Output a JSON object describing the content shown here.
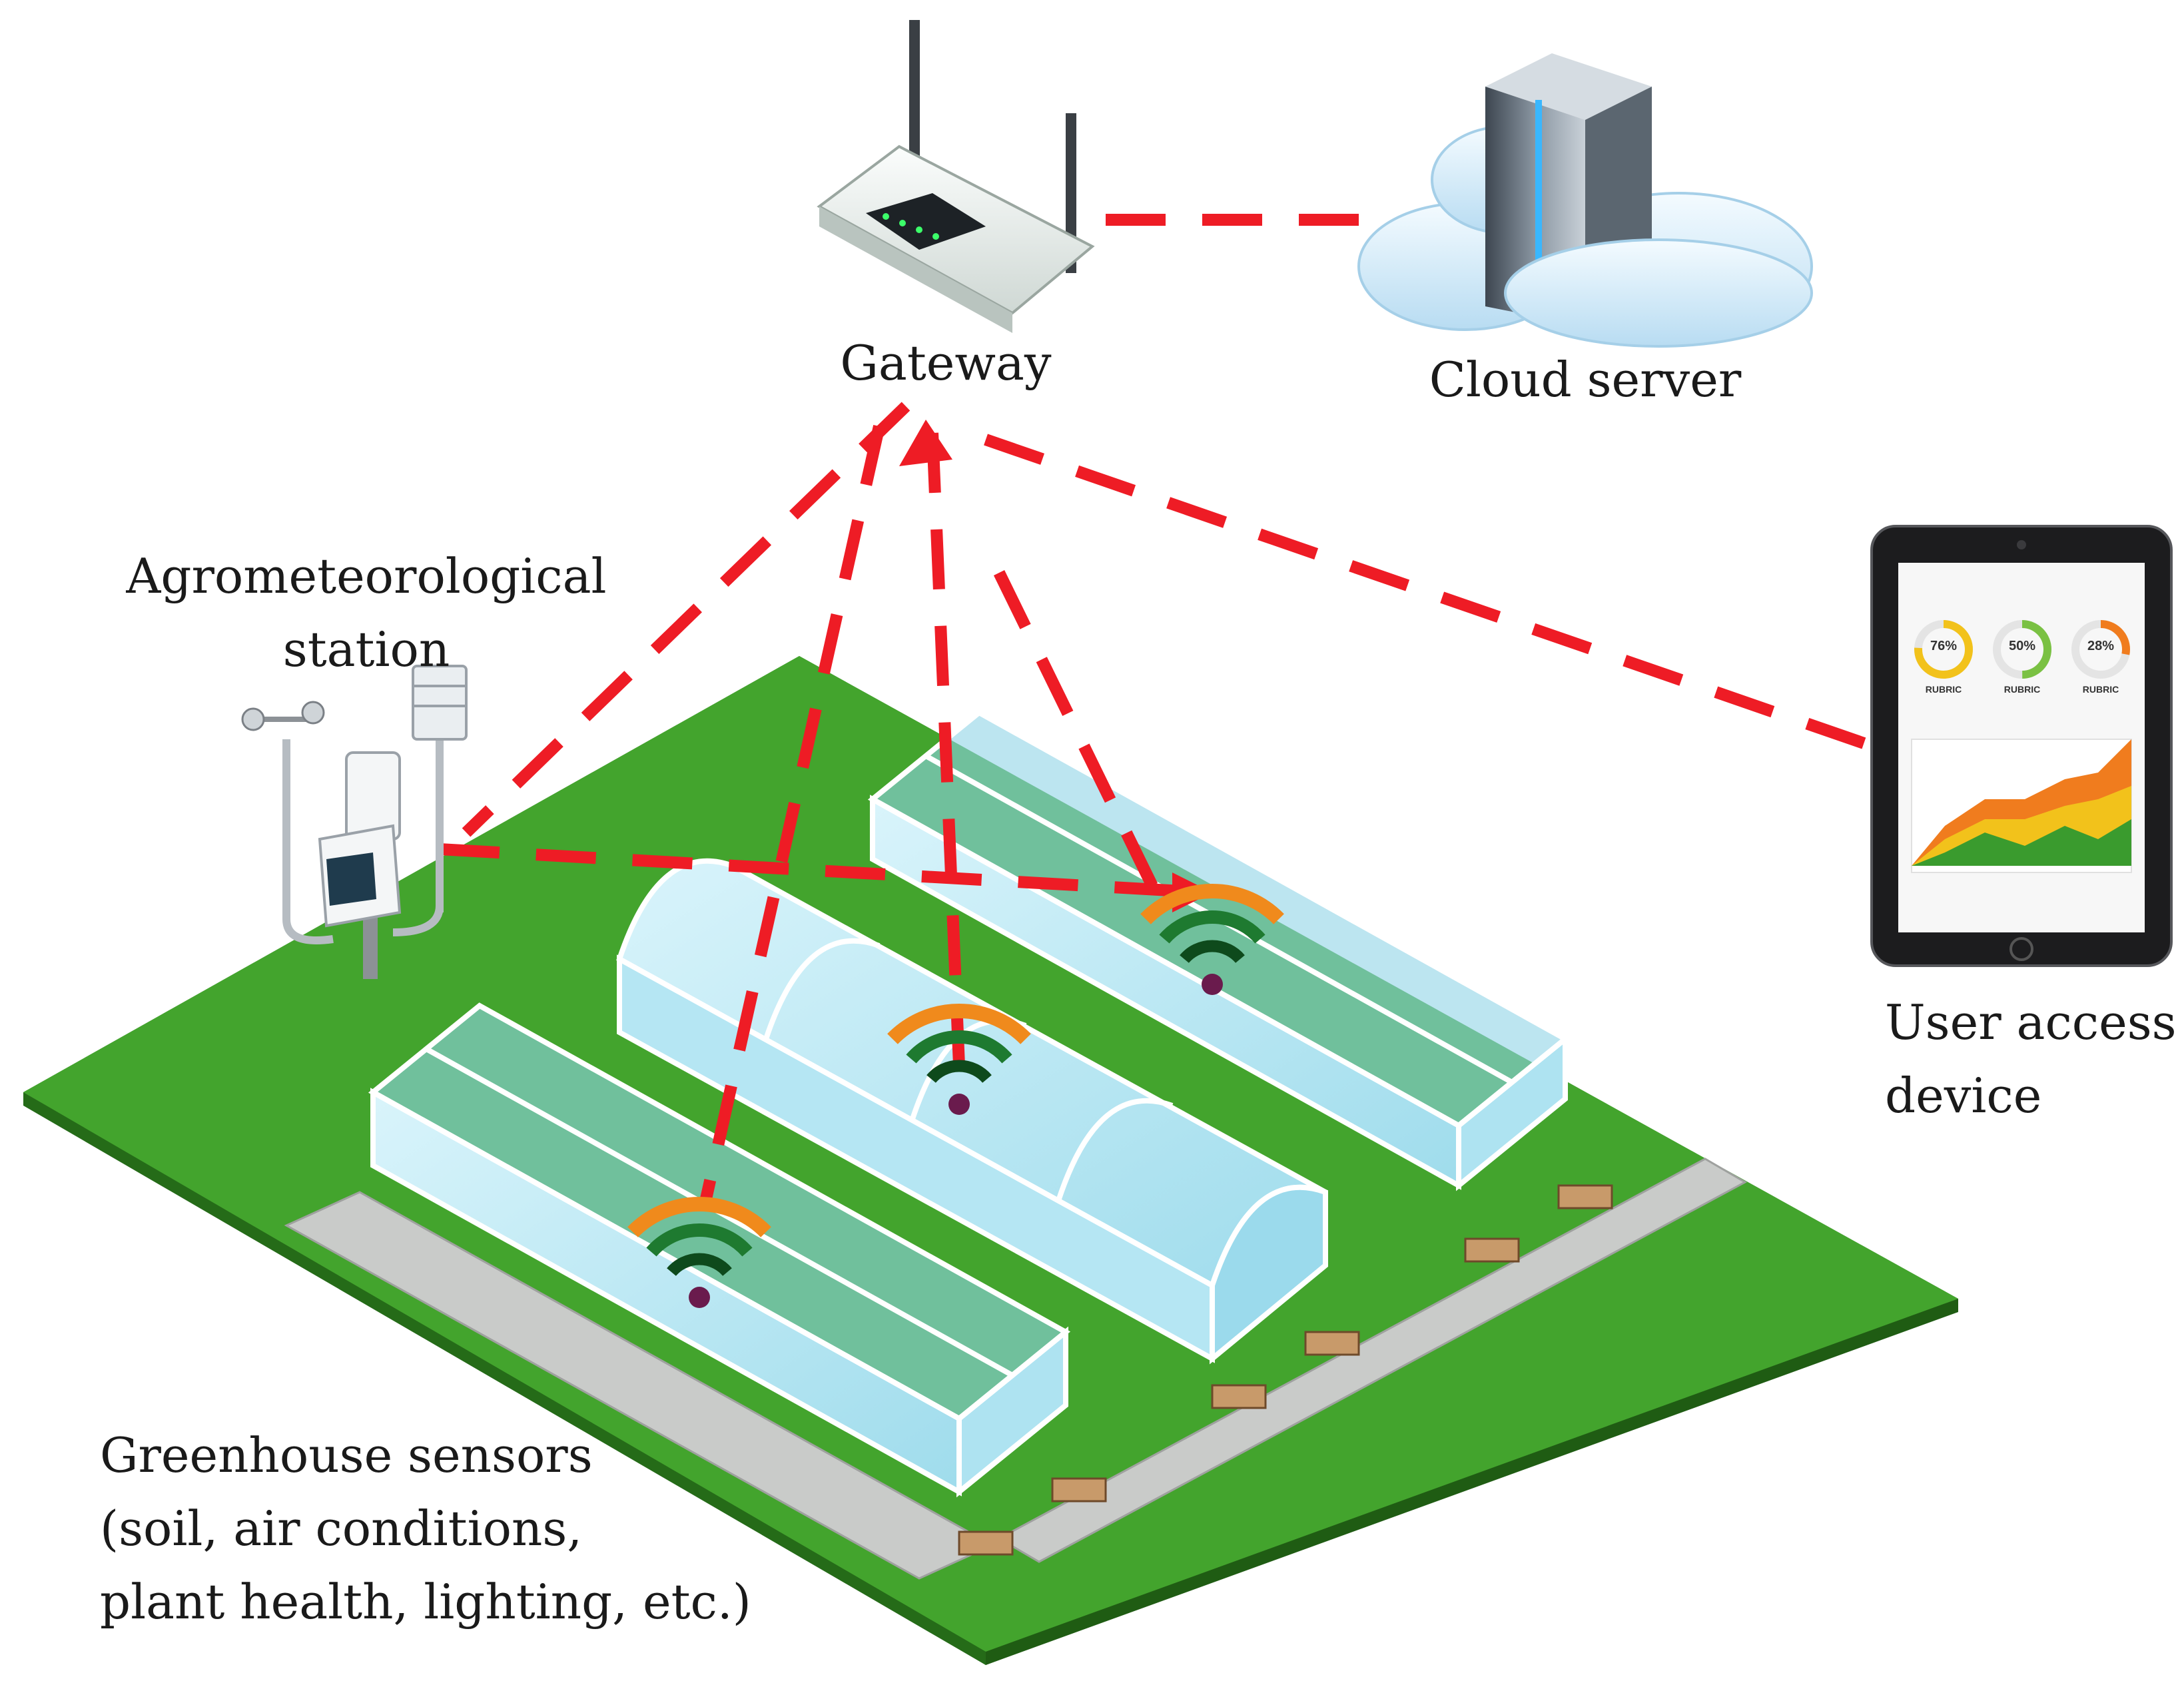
{
  "labels": {
    "gateway": "Gateway",
    "cloud_server": "Cloud server",
    "station_line1": "Agrometeorological",
    "station_line2": "station",
    "user_line1": "User access",
    "user_line2": "device",
    "sensors_line1": "Greenhouse sensors",
    "sensors_line2": "(soil, air conditions,",
    "sensors_line3": "plant health, lighting, etc.)"
  },
  "tablet": {
    "gauges": [
      {
        "value": "76%",
        "caption": "RUBRIC",
        "color": "#f2c21b"
      },
      {
        "value": "50%",
        "caption": "RUBRIC",
        "color": "#7ac143"
      },
      {
        "value": "28%",
        "caption": "RUBRIC",
        "color": "#f07c1e"
      }
    ]
  },
  "colors": {
    "link": "#ee1c25",
    "ground": "#3f9e2b",
    "ground_edge": "#2e7d1f",
    "glass": "#bfe9f4",
    "wifi_outer": "#f08a1c",
    "wifi_mid": "#1e7a30",
    "wifi_inner": "#0e4a1c",
    "wifi_dot": "#6a1b4d"
  },
  "icons": [
    "router-icon",
    "server-icon",
    "cloud-icon",
    "weather-station-icon",
    "tablet-icon",
    "wifi-signal-icon",
    "greenhouse-icon"
  ]
}
